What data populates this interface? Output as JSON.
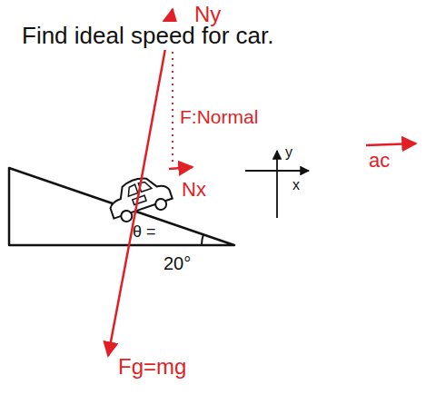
{
  "diagram": {
    "title": "Find ideal speed for car.",
    "labels": [
      "Ny",
      "F:Normal",
      "Nx",
      "y",
      "x",
      "ac",
      "θ =",
      "20°",
      "Fg=mg"
    ]
  }
}
